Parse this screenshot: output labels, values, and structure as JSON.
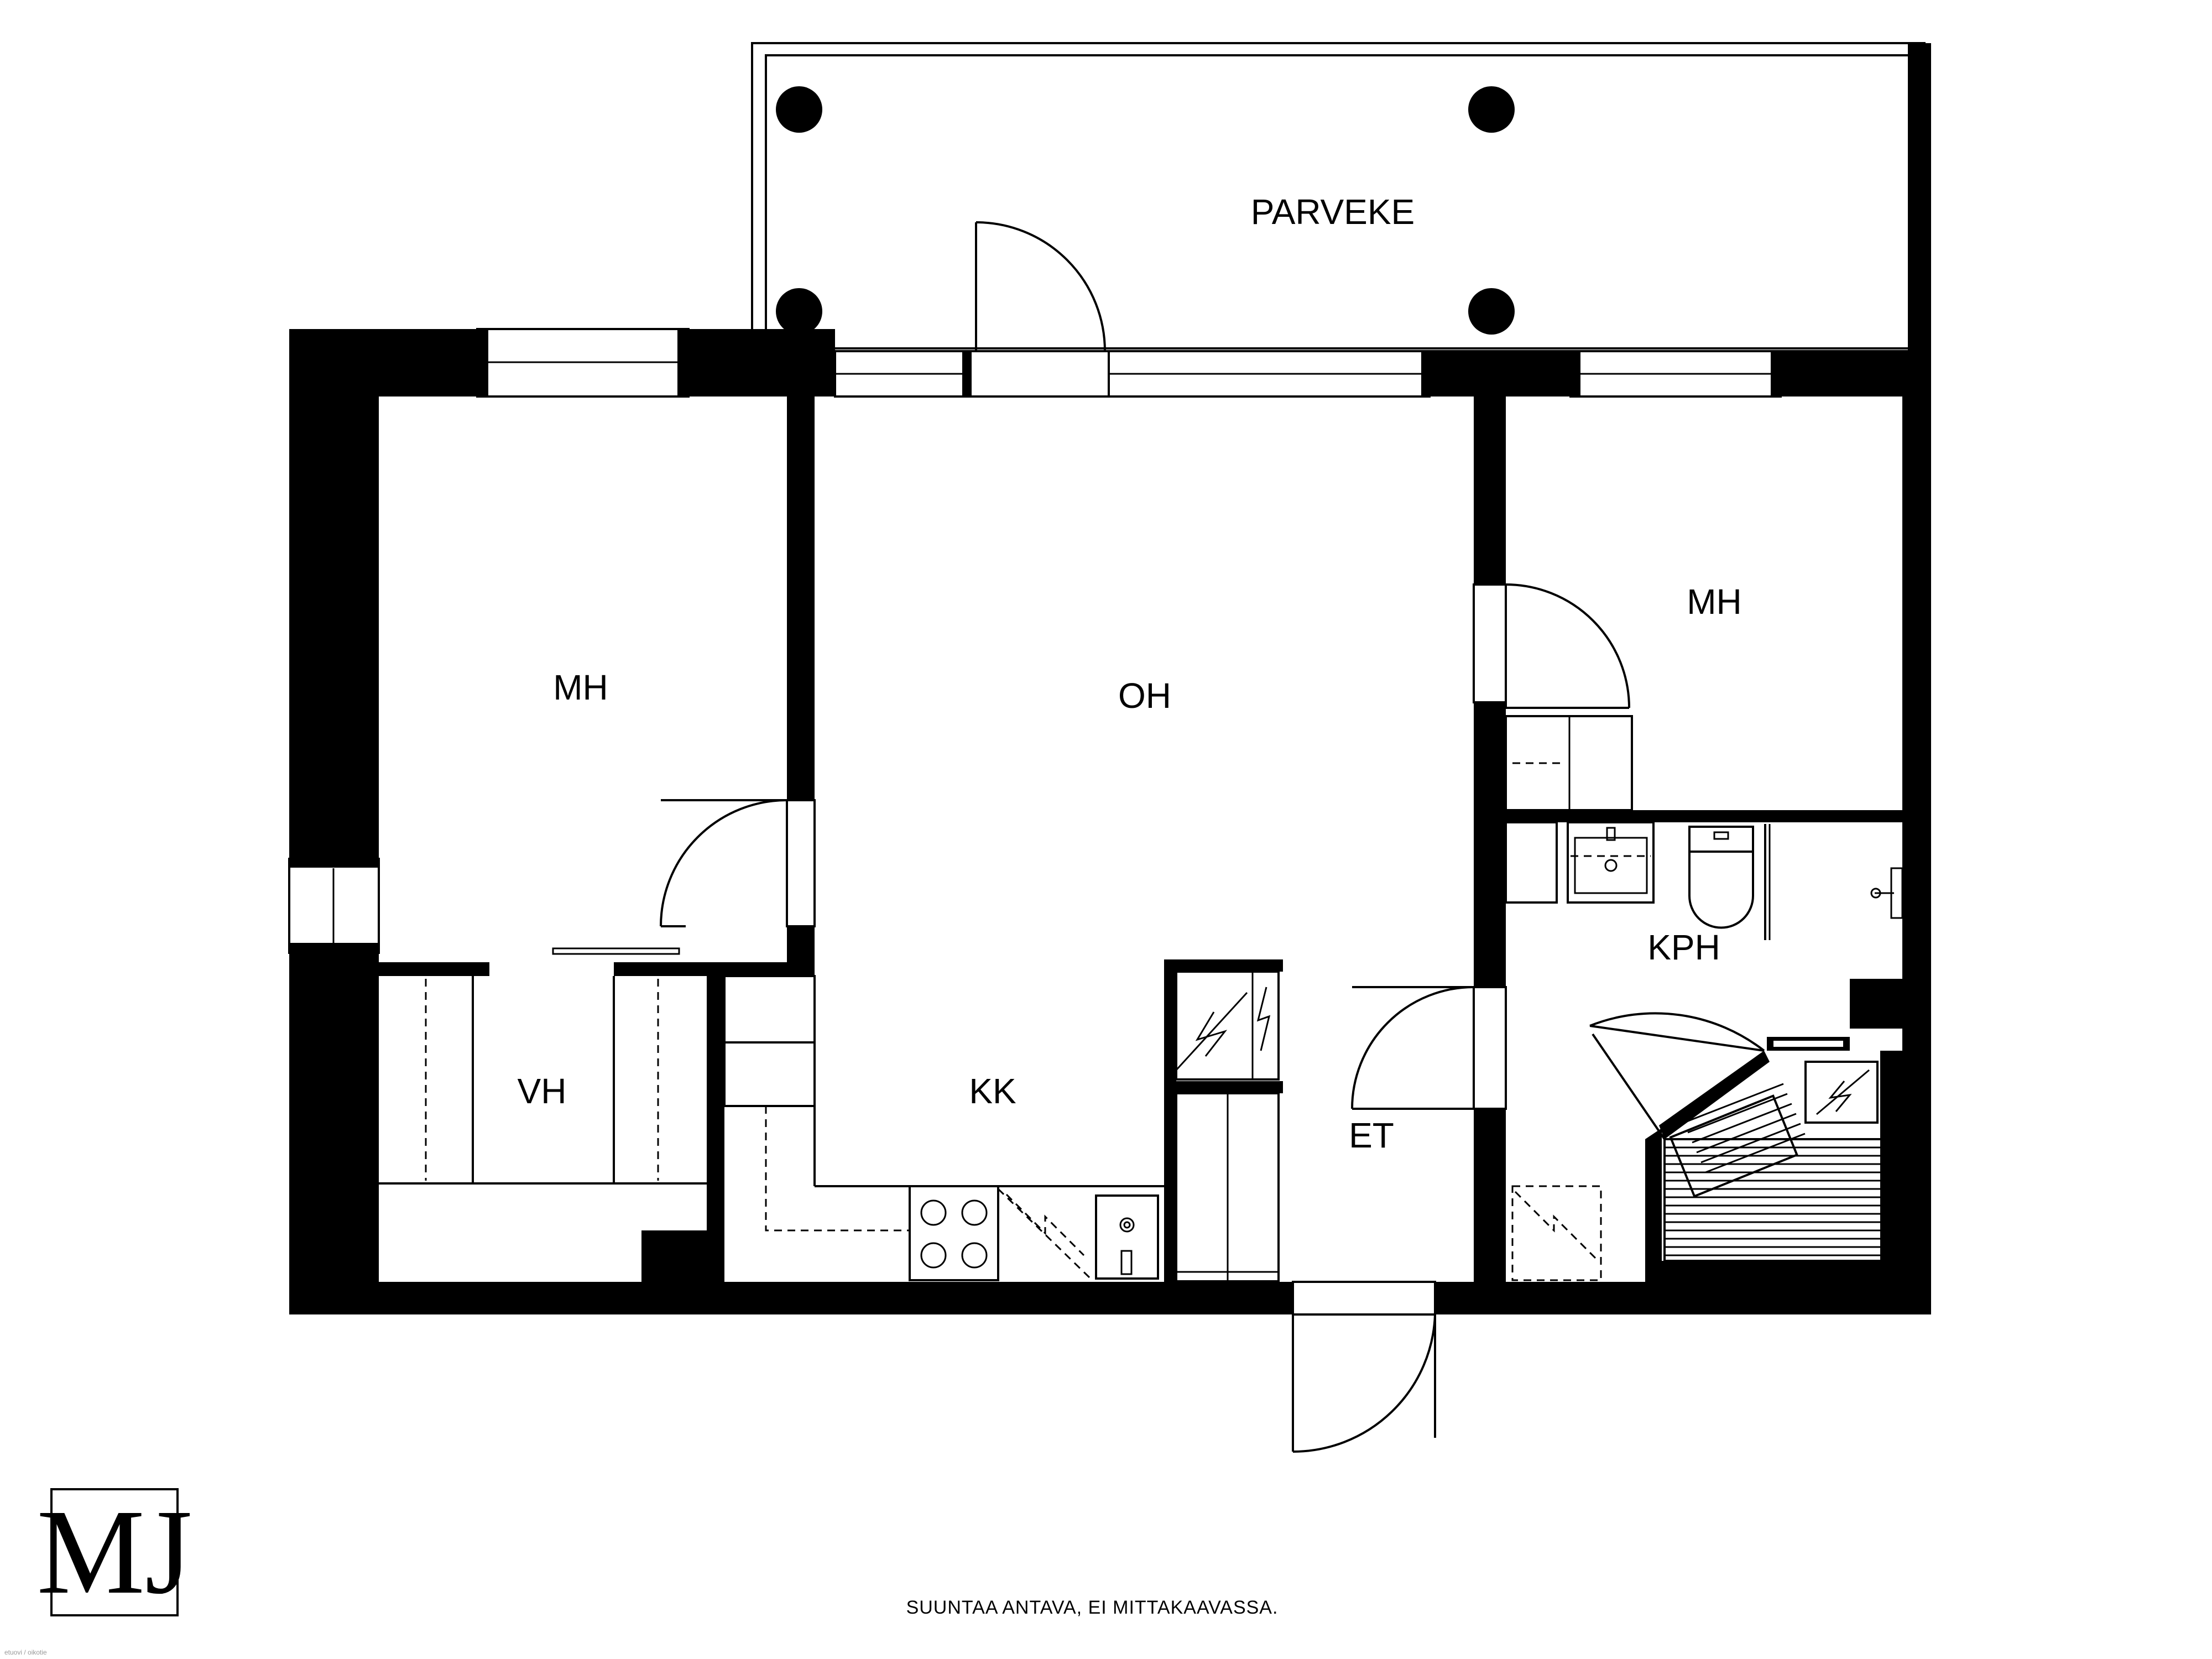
{
  "rooms": {
    "balcony": "PARVEKE",
    "bedroom_left": "MH",
    "living_room": "OH",
    "bedroom_right": "MH",
    "walk_in_closet": "VH",
    "kitchen": "KK",
    "entrance_hall": "ET",
    "bathroom": "KPH"
  },
  "caption": "SUUNTAA ANTAVA, EI MITTAKAAVASSA.",
  "logo": {
    "text": "MJ"
  },
  "watermark": "etuovi / oikotie"
}
